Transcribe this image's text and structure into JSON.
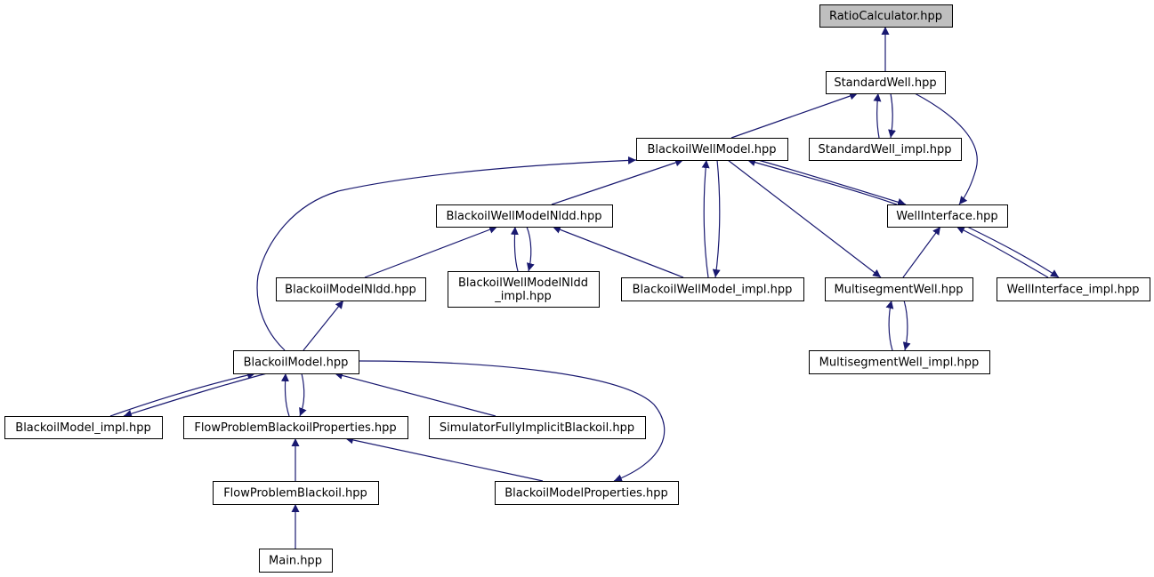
{
  "colors": {
    "edge": "#191970",
    "node_fill": "#ffffff",
    "root_fill": "#bfbfbf",
    "border": "#000000"
  },
  "graph": {
    "direction": "edges point from includer to included file",
    "nodes": [
      {
        "id": "ratio",
        "label": "RatioCalculator.hpp",
        "root": true
      },
      {
        "id": "stdwell",
        "label": "StandardWell.hpp"
      },
      {
        "id": "bwm",
        "label": "BlackoilWellModel.hpp"
      },
      {
        "id": "stdwell_impl",
        "label": "StandardWell_impl.hpp"
      },
      {
        "id": "bwmnldd",
        "label": "BlackoilWellModelNldd.hpp"
      },
      {
        "id": "wellif",
        "label": "WellInterface.hpp"
      },
      {
        "id": "bmnldd",
        "label": "BlackoilModelNldd.hpp"
      },
      {
        "id": "bwmnldd_impl",
        "label": "BlackoilWellModelNldd\n_impl.hpp"
      },
      {
        "id": "bwm_impl",
        "label": "BlackoilWellModel_impl.hpp"
      },
      {
        "id": "msw",
        "label": "MultisegmentWell.hpp"
      },
      {
        "id": "wellif_impl",
        "label": "WellInterface_impl.hpp"
      },
      {
        "id": "bm",
        "label": "BlackoilModel.hpp"
      },
      {
        "id": "msw_impl",
        "label": "MultisegmentWell_impl.hpp"
      },
      {
        "id": "bm_impl",
        "label": "BlackoilModel_impl.hpp"
      },
      {
        "id": "fpbp",
        "label": "FlowProblemBlackoilProperties.hpp"
      },
      {
        "id": "sfib",
        "label": "SimulatorFullyImplicitBlackoil.hpp"
      },
      {
        "id": "fpb",
        "label": "FlowProblemBlackoil.hpp"
      },
      {
        "id": "bmp",
        "label": "BlackoilModelProperties.hpp"
      },
      {
        "id": "main",
        "label": "Main.hpp"
      }
    ],
    "edges": [
      {
        "from": "stdwell",
        "to": "ratio"
      },
      {
        "from": "bwm",
        "to": "stdwell"
      },
      {
        "from": "stdwell_impl",
        "to": "stdwell"
      },
      {
        "from": "stdwell",
        "to": "stdwell_impl"
      },
      {
        "from": "stdwell",
        "to": "wellif"
      },
      {
        "from": "bm",
        "to": "bwm"
      },
      {
        "from": "bwmnldd",
        "to": "bwm"
      },
      {
        "from": "bwm_impl",
        "to": "bwm"
      },
      {
        "from": "bwm",
        "to": "bwm_impl"
      },
      {
        "from": "bwm",
        "to": "msw"
      },
      {
        "from": "wellif",
        "to": "bwm"
      },
      {
        "from": "bwm",
        "to": "wellif"
      },
      {
        "from": "bmnldd",
        "to": "bwmnldd"
      },
      {
        "from": "bwmnldd_impl",
        "to": "bwmnldd"
      },
      {
        "from": "bwmnldd",
        "to": "bwmnldd_impl"
      },
      {
        "from": "bwm_impl",
        "to": "bwmnldd"
      },
      {
        "from": "msw",
        "to": "wellif"
      },
      {
        "from": "wellif_impl",
        "to": "wellif"
      },
      {
        "from": "wellif",
        "to": "wellif_impl"
      },
      {
        "from": "msw_impl",
        "to": "msw"
      },
      {
        "from": "msw",
        "to": "msw_impl"
      },
      {
        "from": "bm",
        "to": "bmnldd"
      },
      {
        "from": "bm_impl",
        "to": "bm"
      },
      {
        "from": "bm",
        "to": "bm_impl"
      },
      {
        "from": "fpbp",
        "to": "bm"
      },
      {
        "from": "bm",
        "to": "fpbp"
      },
      {
        "from": "sfib",
        "to": "bm"
      },
      {
        "from": "bm",
        "to": "bmp"
      },
      {
        "from": "fpb",
        "to": "fpbp"
      },
      {
        "from": "bmp",
        "to": "fpbp"
      },
      {
        "from": "main",
        "to": "fpb"
      }
    ]
  }
}
